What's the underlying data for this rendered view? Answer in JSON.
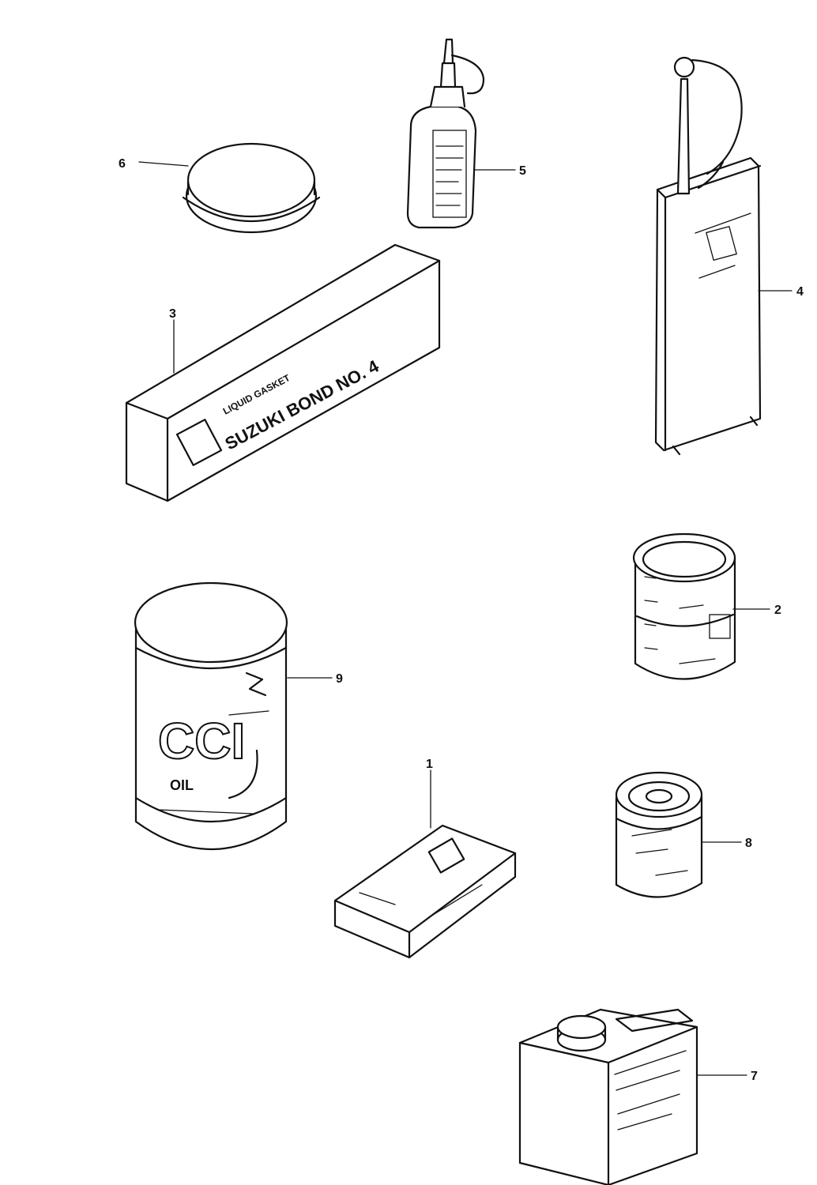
{
  "diagram": {
    "parts": [
      {
        "id": "part-1",
        "number": "1"
      },
      {
        "id": "part-2",
        "number": "2"
      },
      {
        "id": "part-3",
        "number": "3"
      },
      {
        "id": "part-4",
        "number": "4"
      },
      {
        "id": "part-5",
        "number": "5"
      },
      {
        "id": "part-6",
        "number": "6"
      },
      {
        "id": "part-7",
        "number": "7"
      },
      {
        "id": "part-8",
        "number": "8"
      },
      {
        "id": "part-9",
        "number": "9"
      }
    ],
    "package_text": {
      "bond_box_small": "LIQUID GASKET",
      "bond_box_main": "SUZUKI BOND NO. 4",
      "oil_can_big": "CCI",
      "oil_can_sub": "OIL"
    },
    "colors": {
      "ink": "#111111",
      "paper": "#ffffff"
    }
  }
}
